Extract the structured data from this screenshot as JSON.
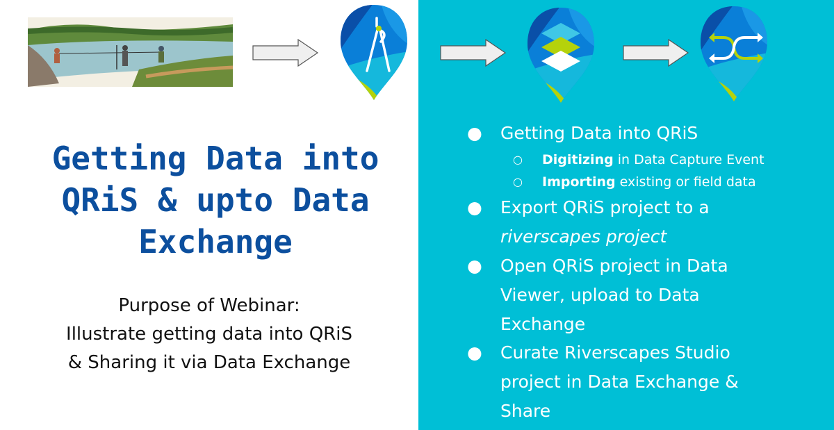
{
  "title": [
    "Getting Data into",
    "QRiS & upto Data",
    "Exchange"
  ],
  "purpose": [
    "Purpose of Webinar:",
    "Illustrate getting data into QRiS",
    "& Sharing it via Data Exchange"
  ],
  "bullets": [
    {
      "lines": [
        "Getting Data into QRiS"
      ]
    },
    {
      "lines": [
        "Export QRiS project to a"
      ],
      "italic": "riverscapes project"
    },
    {
      "lines": [
        "Open QRiS project in Data",
        "Viewer, upload to Data",
        "Exchange"
      ]
    },
    {
      "lines": [
        "Curate Riverscapes Studio",
        "project in Data Exchange &",
        "Share"
      ]
    }
  ],
  "sub_bullets": [
    {
      "bold": "Digitizing",
      "rest": " in Data Capture Event"
    },
    {
      "bold": "Importing",
      "rest": " existing or field data"
    }
  ],
  "bullet_glyph": "●",
  "sub_bullet_glyph": "○",
  "colors": {
    "panel": "#00bfd6",
    "title": "#0c4f9e",
    "accent": "#b5d20b"
  },
  "icons": [
    "river-survey-illustration",
    "qris-digitize-icon",
    "qris-layers-icon",
    "data-exchange-icon"
  ]
}
